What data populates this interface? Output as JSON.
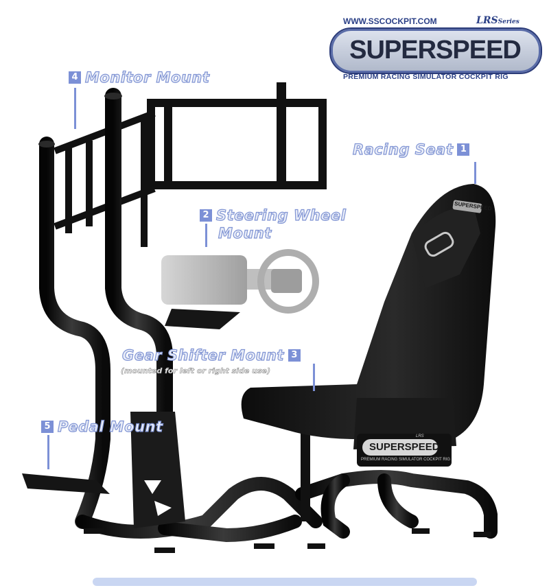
{
  "brand": {
    "website": "WWW.SSCOCKPIT.COM",
    "series": "LRS",
    "series_suffix": "Series",
    "logo_text": "SUPERSPEED",
    "tagline": "PREMIUM RACING SIMULATOR COCKPIT RIG"
  },
  "callouts": [
    {
      "number": "1",
      "label": "Racing Seat"
    },
    {
      "number": "2",
      "label": "Steering Wheel",
      "label_line2": "Mount"
    },
    {
      "number": "3",
      "label": "Gear Shifter Mount",
      "note": "(mounted for left or right side use)"
    },
    {
      "number": "4",
      "label": "Monitor Mount"
    },
    {
      "number": "5",
      "label": "Pedal Mount"
    }
  ],
  "seat_plate": {
    "brand": "SUPERSPEED",
    "series": "LRS",
    "tagline": "PREMIUM RACING SIMULATOR COCKPIT RIG"
  },
  "headrest_logo": "SUPERSPEED",
  "colors": {
    "frame": "#141414",
    "accent": "#7c90d6",
    "logo_navy": "#2a3f86"
  }
}
